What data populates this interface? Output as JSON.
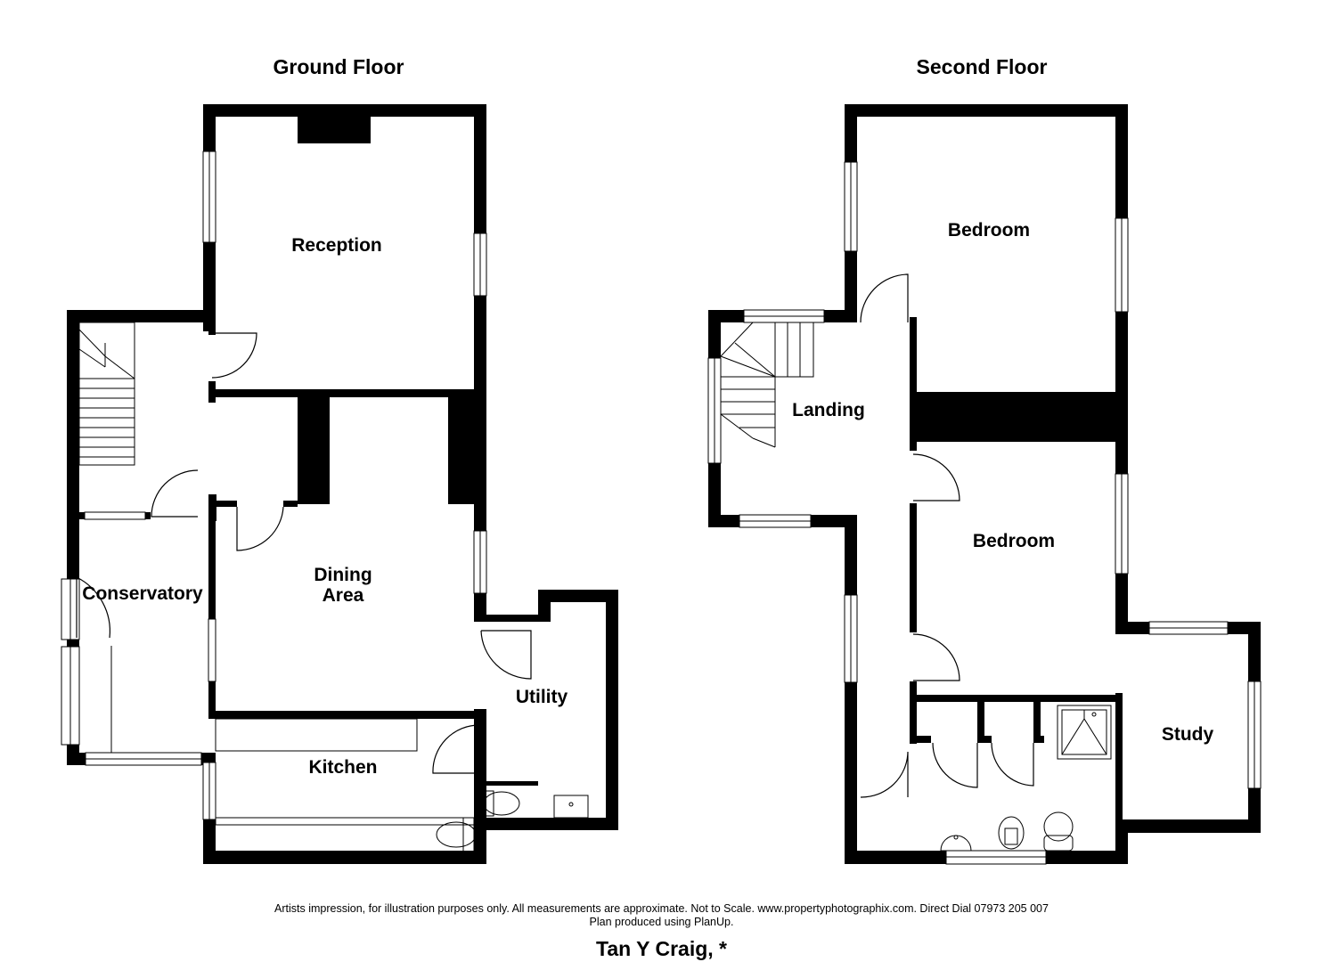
{
  "floors": [
    {
      "title": "Ground Floor"
    },
    {
      "title": "Second Floor"
    }
  ],
  "rooms": {
    "reception": "Reception",
    "dining_line1": "Dining",
    "dining_line2": "Area",
    "conservatory": "Conservatory",
    "utility": "Utility",
    "kitchen": "Kitchen",
    "bedroom_top": "Bedroom",
    "bedroom_middle": "Bedroom",
    "landing": "Landing",
    "study": "Study"
  },
  "footer": {
    "disclaimer_line1": "Artists impression, for illustration purposes only. All measurements are approximate. Not to Scale. www.propertyphotographix.com. Direct Dial 07973 205 007",
    "disclaimer_line2": "Plan produced using PlanUp.",
    "property_name": "Tan Y Craig, *"
  },
  "colors": {
    "wall": "#000000",
    "background": "#ffffff",
    "window": "#ffffff"
  }
}
